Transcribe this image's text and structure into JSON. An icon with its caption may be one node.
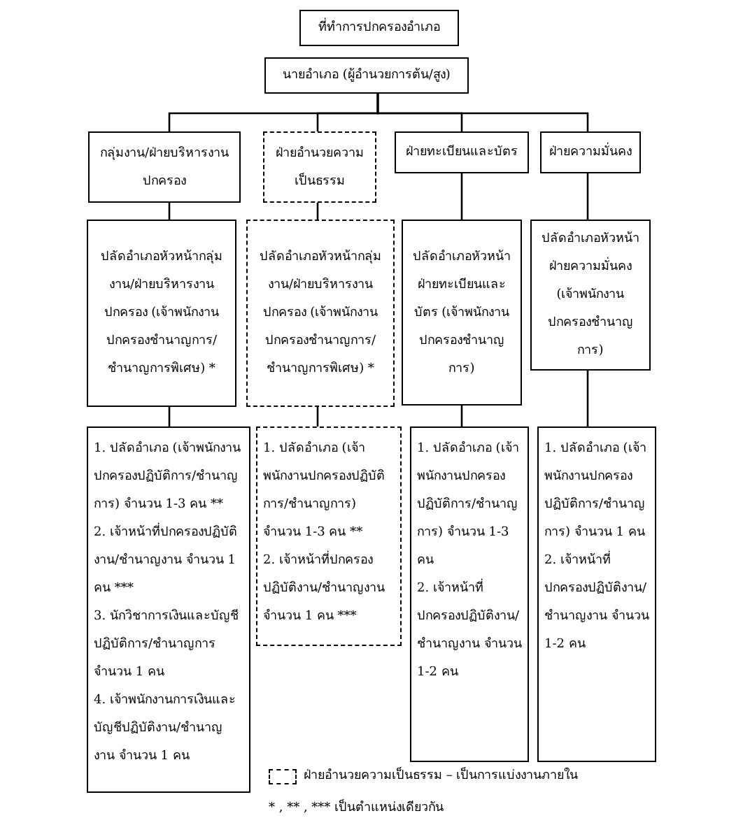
{
  "diagram": {
    "nodes": [
      {
        "text": [
          "ที่ทำการปกครองอำเภอ"
        ]
      },
      {
        "text": [
          "นายอำเภอ (ผู้อำนวยการต้น/สูง)"
        ]
      },
      {
        "text": [
          "กลุ่มงาน/ฝ่ายบริหารงานปกครอง"
        ]
      },
      {
        "text": [
          "ฝ่ายอำนวยความเป็นธรรม"
        ]
      },
      {
        "text": [
          "ฝ่ายทะเบียนและบัตร"
        ]
      },
      {
        "text": [
          "ฝ่ายความมั่นคง"
        ]
      },
      {
        "text": [
          "ปลัดอำเภอหัวหน้ากลุ่มงาน/ฝ่ายบริหารงานปกครอง (เจ้าพนักงานปกครองชำนาญการ/ชำนาญการพิเศษ) *"
        ]
      },
      {
        "text": [
          "ปลัดอำเภอหัวหน้ากลุ่มงาน/ฝ่ายบริหารงานปกครอง (เจ้าพนักงานปกครองชำนาญการ/ชำนาญการพิเศษ) *"
        ]
      },
      {
        "text": [
          "ปลัดอำเภอหัวหน้าฝ่ายทะเบียนและบัตร (เจ้าพนักงานปกครองชำนาญการ)"
        ]
      },
      {
        "text": [
          "ปลัดอำเภอหัวหน้าฝ่ายความมั่นคง (เจ้าพนักงานปกครองชำนาญการ)"
        ]
      },
      {
        "text": [
          "1. ปลัดอำเภอ (เจ้าพนักงานปกครองปฏิบัติการ/ชำนาญการ) จำนวน 1-3 คน **",
          "2. เจ้าหน้าที่ปกครองปฏิบัติงาน/ชำนาญงาน จำนวน 1 คน ***",
          "3. นักวิชาการเงินและบัญชีปฏิบัติการ/ชำนาญการ จำนวน 1 คน",
          "4. เจ้าพนักงานการเงินและบัญชีปฏิบัติงาน/ชำนาญงาน จำนวน 1 คน"
        ]
      },
      {
        "text": [
          "1. ปลัดอำเภอ (เจ้าพนักงานปกครองปฏิบัติการ/ชำนาญการ) จำนวน 1-3 คน **",
          "2. เจ้าหน้าที่ปกครองปฏิบัติงาน/ชำนาญงาน จำนวน 1 คน ***"
        ]
      },
      {
        "text": [
          "1. ปลัดอำเภอ (เจ้าพนักงานปกครองปฏิบัติการ/ชำนาญการ) จำนวน 1-3 คน",
          "2. เจ้าหน้าที่ปกครองปฏิบัติงาน/ชำนาญงาน จำนวน 1-2 คน"
        ]
      },
      {
        "text": [
          "1. ปลัดอำเภอ (เจ้าพนักงานปกครองปฏิบัติการ/ชำนาญการ) จำนวน 1 คน",
          "2. เจ้าหน้าที่ปกครองปฏิบัติงาน/ชำนาญงาน จำนวน 1-2 คน"
        ]
      }
    ],
    "edges": [
      {
        "from": 1,
        "to": 2,
        "arrow": "none"
      },
      {
        "from": 1,
        "to": 3,
        "arrow": "none"
      },
      {
        "from": 1,
        "to": 4,
        "arrow": "none"
      },
      {
        "from": 1,
        "to": 5,
        "arrow": "none"
      },
      {
        "from": 2,
        "to": 6,
        "arrow": "none"
      },
      {
        "from": 3,
        "to": 7,
        "arrow": "none"
      },
      {
        "from": 4,
        "to": 8,
        "arrow": "none"
      },
      {
        "from": 5,
        "to": 9,
        "arrow": "none"
      },
      {
        "from": 6,
        "to": 10,
        "arrow": "none"
      },
      {
        "from": 7,
        "to": 11,
        "arrow": "none"
      },
      {
        "from": 8,
        "to": 12,
        "arrow": "none"
      },
      {
        "from": 9,
        "to": 13,
        "arrow": "none"
      }
    ],
    "labels": [
      "* , ** , *** เป็นตำแหน่งเดียวกัน"
    ],
    "legend": [
      {
        "text": "ฝ่ายอำนวยความเป็นธรรม – เป็นการแบ่งงานภายใน"
      }
    ]
  }
}
